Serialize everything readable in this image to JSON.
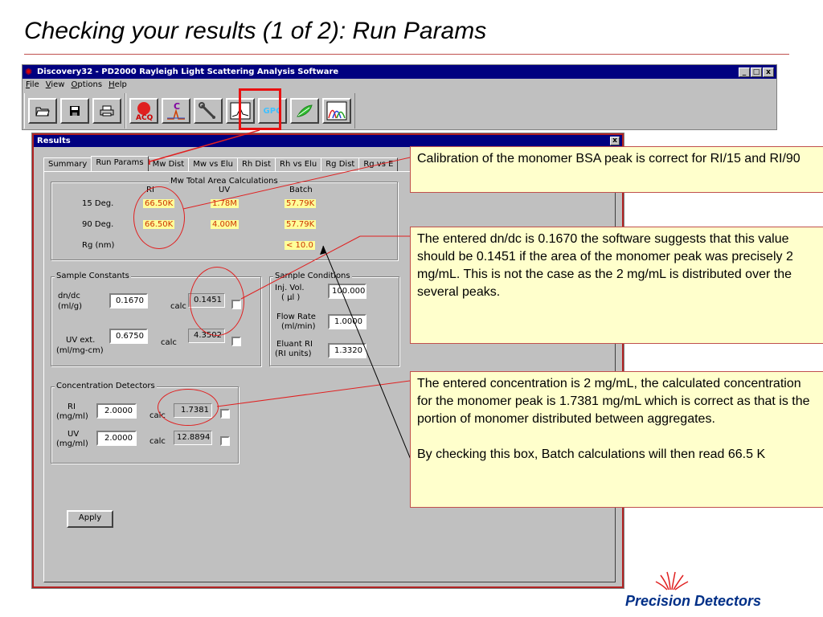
{
  "slide": {
    "title": "Checking your results (1 of 2): Run Params",
    "logo_text": "Precision Detectors"
  },
  "app": {
    "title": "Discovery32 - PD2000 Rayleigh Light Scattering Analysis Software",
    "window_buttons": [
      "_",
      "□",
      "x"
    ],
    "menu": [
      "File",
      "View",
      "Options",
      "Help"
    ],
    "toolbar": [
      {
        "icon": "open-folder-icon"
      },
      {
        "icon": "save-disk-icon"
      },
      {
        "icon": "print-icon"
      },
      {
        "icon": "acquire-icon",
        "label": "ACQ"
      },
      {
        "icon": "chromatogram-c-icon",
        "label": "C"
      },
      {
        "icon": "tools-wrench-icon"
      },
      {
        "icon": "results-chart-icon"
      },
      {
        "icon": "gpc-icon",
        "label": "GPC"
      },
      {
        "icon": "leaf-icon"
      },
      {
        "icon": "peaks-icon"
      }
    ]
  },
  "results": {
    "title": "Results",
    "close": "x",
    "tabs": [
      "Summary",
      "Run Params",
      "Mw Dist",
      "Mw vs Elu",
      "Rh Dist",
      "Rh vs Elu",
      "Rg Dist",
      "Rg vs E"
    ],
    "active_tab": "Run Params",
    "mw_calc": {
      "label": "Mw Total Area Calculations",
      "col_ri": "RI",
      "col_uv": "UV",
      "col_batch": "Batch",
      "row15": {
        "label": "15 Deg.",
        "ri": "66.50K",
        "uv": "1.78M",
        "batch": "57.79K"
      },
      "row90": {
        "label": "90 Deg.",
        "ri": "66.50K",
        "uv": "4.00M",
        "batch": "57.79K"
      },
      "rg": {
        "label": "Rg (nm)",
        "batch": "< 10.0"
      }
    },
    "sample_constants": {
      "label": "Sample Constants",
      "dndc_label": "dn/dc\n(ml/g)",
      "dndc_label1": "dn/dc",
      "dndc_label2": "(ml/g)",
      "dndc": "0.1670",
      "dndc_calc_label": "calc",
      "dndc_calc": "0.1451",
      "uvext_label1": "UV ext.",
      "uvext_label2": "(ml/mg-cm)",
      "uvext": "0.6750",
      "uvext_calc_label": "calc",
      "uvext_calc": "4.3502"
    },
    "sample_conditions": {
      "label": "Sample Conditions",
      "inj_label1": "Inj. Vol.",
      "inj_label2": "( µl )",
      "inj": "100.000",
      "flow_label1": "Flow Rate",
      "flow_label2": "(ml/min)",
      "flow": "1.0000",
      "eluant_label1": "Eluant RI",
      "eluant_label2": "(RI units)",
      "eluant": "1.3320"
    },
    "conc_detectors": {
      "label": "Concentration Detectors",
      "ri_label1": "RI",
      "ri_label2": "(mg/ml)",
      "ri": "2.0000",
      "ri_calc_label": "calc",
      "ri_calc": "1.7381",
      "uv_label1": "UV",
      "uv_label2": "(mg/ml)",
      "uv": "2.0000",
      "uv_calc_label": "calc",
      "uv_calc": "12.8894"
    },
    "apply": "Apply"
  },
  "callouts": {
    "c1": "Calibration of the monomer BSA peak is correct for RI/15 and RI/90",
    "c2": "The entered dn/dc is 0.1670 the software suggests that this value should be 0.1451 if the area of the monomer peak was precisely 2 mg/mL. This is not the case as the 2 mg/mL is distributed over the several peaks.",
    "c3a": "The entered concentration is 2 mg/mL, the calculated concentration for the monomer peak is 1.7381 mg/mL which is correct as that is the portion of monomer distributed between aggregates.",
    "c3b": "By checking this box, Batch calculations will then read 66.5 K"
  },
  "colors": {
    "accent": "#c0504d",
    "annotation_red": "#e02020",
    "titlebar": "#000080",
    "callout_fill": "#ffffcc",
    "value_highlight": "#ffff99",
    "logo": "#002f87"
  }
}
